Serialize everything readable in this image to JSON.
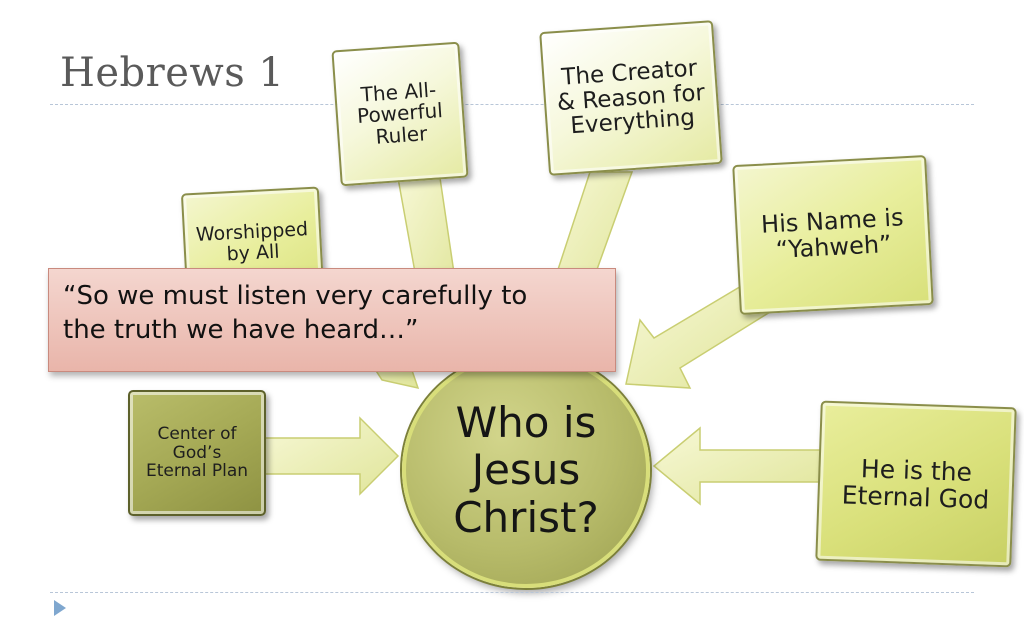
{
  "title": "Hebrews 1",
  "center": {
    "lines": [
      "Who is",
      "Jesus",
      "Christ?"
    ]
  },
  "nodes": {
    "powerful": {
      "lines": [
        "The All-",
        "Powerful",
        "Ruler"
      ]
    },
    "creator": {
      "lines": [
        "The Creator",
        "& Reason for",
        "Everything"
      ]
    },
    "worshipped": {
      "lines": [
        "Worshipped",
        "by All"
      ]
    },
    "yahweh": {
      "lines": [
        "His Name is",
        "“Yahweh”"
      ]
    },
    "center_plan": {
      "lines": [
        "Center of",
        "God’s",
        "Eternal Plan"
      ]
    },
    "eternal": {
      "lines": [
        "He is the",
        "Eternal God"
      ]
    }
  },
  "quote": {
    "lines": [
      "“So we must listen very carefully to",
      "the truth we have heard…”"
    ]
  },
  "colors": {
    "arrow_fill": "#edf0b5",
    "arrow_stroke": "#c9ce72",
    "olive": "#a5a955",
    "quote_bg": "#efc4ba"
  }
}
